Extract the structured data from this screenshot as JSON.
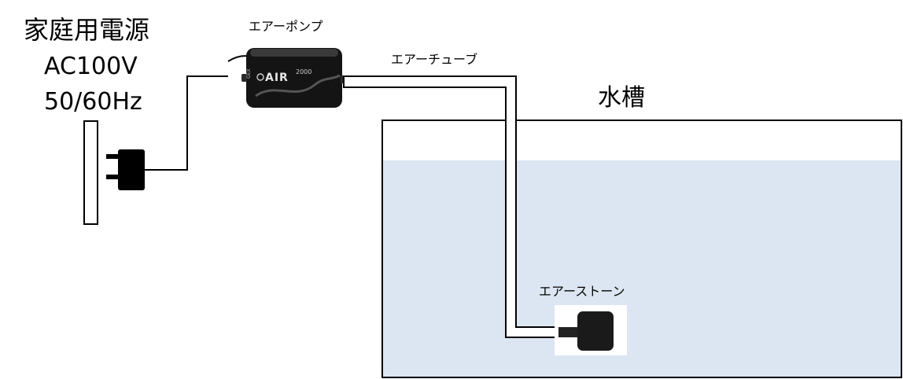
{
  "labels": {
    "power_source": "家庭用電源",
    "voltage": "AC100V",
    "frequency": "50/60Hz",
    "air_pump": "エアーポンプ",
    "air_tube": "エアーチューブ",
    "tank": "水槽",
    "air_stone": "エアーストーン"
  },
  "pump_printing": {
    "brand": "AIR",
    "model": "2000",
    "maker": "GEX"
  },
  "colors": {
    "water": "#dce6f2",
    "outline": "#000000",
    "pump_body": "#141414",
    "stone": "#1a1a1a"
  }
}
